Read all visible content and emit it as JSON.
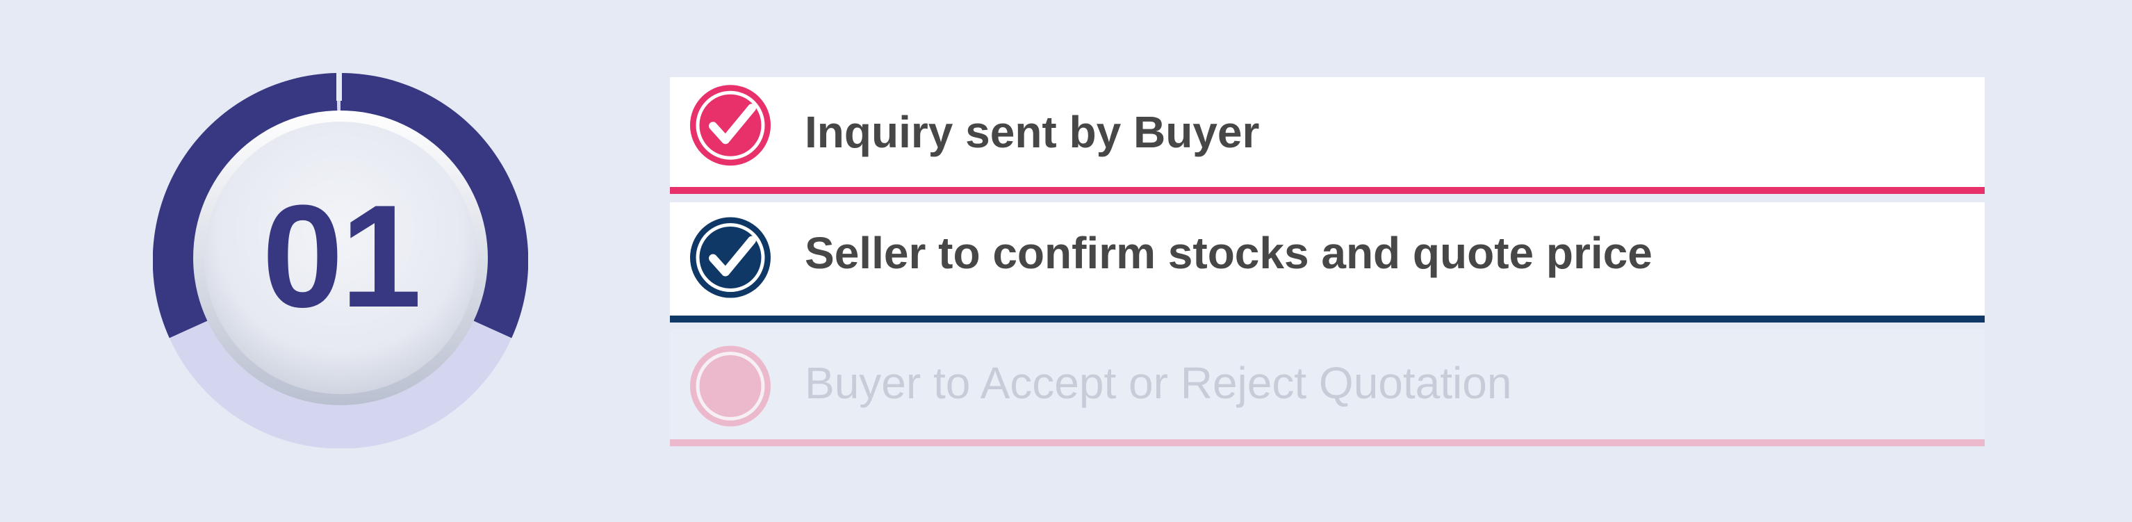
{
  "step_indicator": {
    "number": "01",
    "ring_color": "#373881",
    "track_color": "#d4d6ef"
  },
  "steps": [
    {
      "label": "Inquiry sent by Buyer",
      "status": "done",
      "icon": "check-circle-icon",
      "color": "#e8306b"
    },
    {
      "label": "Seller to confirm stocks and quote price",
      "status": "done",
      "icon": "check-circle-icon",
      "color": "#103866"
    },
    {
      "label": "Buyer to Accept or Reject Quotation",
      "status": "pending",
      "icon": "empty-circle-icon",
      "color": "#ebb8cc"
    }
  ]
}
